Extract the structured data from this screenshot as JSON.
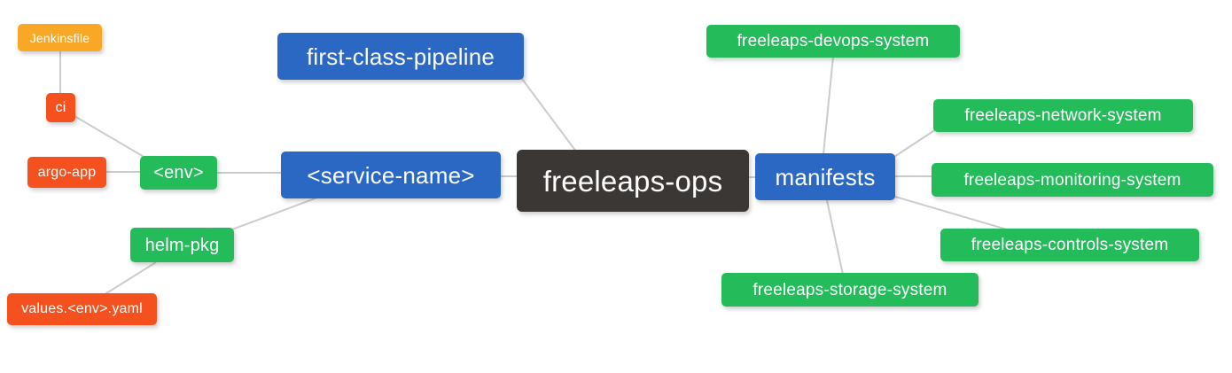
{
  "diagram": {
    "type": "mindmap",
    "root": "freeleaps-ops",
    "colors": {
      "root_bg": "#3b3735",
      "level1_bg": "#2a68c4",
      "green_bg": "#24bb5b",
      "red_bg": "#f4511e",
      "orange_bg": "#f9a825",
      "text": "#ffffff",
      "edge": "#cbcbcb",
      "canvas_bg": "#ffffff"
    }
  },
  "nodes": {
    "freeleaps_ops": {
      "label": "freeleaps-ops",
      "color": "#3b3735",
      "role": "root"
    },
    "first_class_pipeline": {
      "label": "first-class-pipeline",
      "color": "#2a68c4",
      "role": "branch"
    },
    "service_name": {
      "label": "<service-name>",
      "color": "#2a68c4",
      "role": "branch"
    },
    "manifests": {
      "label": "manifests",
      "color": "#2a68c4",
      "role": "branch"
    },
    "env": {
      "label": "<env>",
      "color": "#24bb5b",
      "role": "child"
    },
    "helm_pkg": {
      "label": "helm-pkg",
      "color": "#24bb5b",
      "role": "child"
    },
    "jenkinsfile": {
      "label": "Jenkinsfile",
      "color": "#f9a825",
      "role": "leaf"
    },
    "ci": {
      "label": "ci",
      "color": "#f4511e",
      "role": "leaf"
    },
    "argo_app": {
      "label": "argo-app",
      "color": "#f4511e",
      "role": "leaf"
    },
    "values_env_yaml": {
      "label": "values.<env>.yaml",
      "color": "#f4511e",
      "role": "leaf"
    },
    "devops_system": {
      "label": "freeleaps-devops-system",
      "color": "#24bb5b",
      "role": "child"
    },
    "network_system": {
      "label": "freeleaps-network-system",
      "color": "#24bb5b",
      "role": "child"
    },
    "monitoring_system": {
      "label": "freeleaps-monitoring-system",
      "color": "#24bb5b",
      "role": "child"
    },
    "controls_system": {
      "label": "freeleaps-controls-system",
      "color": "#24bb5b",
      "role": "child"
    },
    "storage_system": {
      "label": "freeleaps-storage-system",
      "color": "#24bb5b",
      "role": "child"
    }
  },
  "edges": [
    {
      "from": "jenkinsfile",
      "to": "ci"
    },
    {
      "from": "ci",
      "to": "env"
    },
    {
      "from": "argo_app",
      "to": "env"
    },
    {
      "from": "env",
      "to": "service_name"
    },
    {
      "from": "helm_pkg",
      "to": "service_name"
    },
    {
      "from": "values_env_yaml",
      "to": "helm_pkg"
    },
    {
      "from": "first_class_pipeline",
      "to": "freeleaps_ops"
    },
    {
      "from": "service_name",
      "to": "freeleaps_ops"
    },
    {
      "from": "freeleaps_ops",
      "to": "manifests"
    },
    {
      "from": "manifests",
      "to": "devops_system"
    },
    {
      "from": "manifests",
      "to": "network_system"
    },
    {
      "from": "manifests",
      "to": "monitoring_system"
    },
    {
      "from": "manifests",
      "to": "controls_system"
    },
    {
      "from": "manifests",
      "to": "storage_system"
    }
  ]
}
